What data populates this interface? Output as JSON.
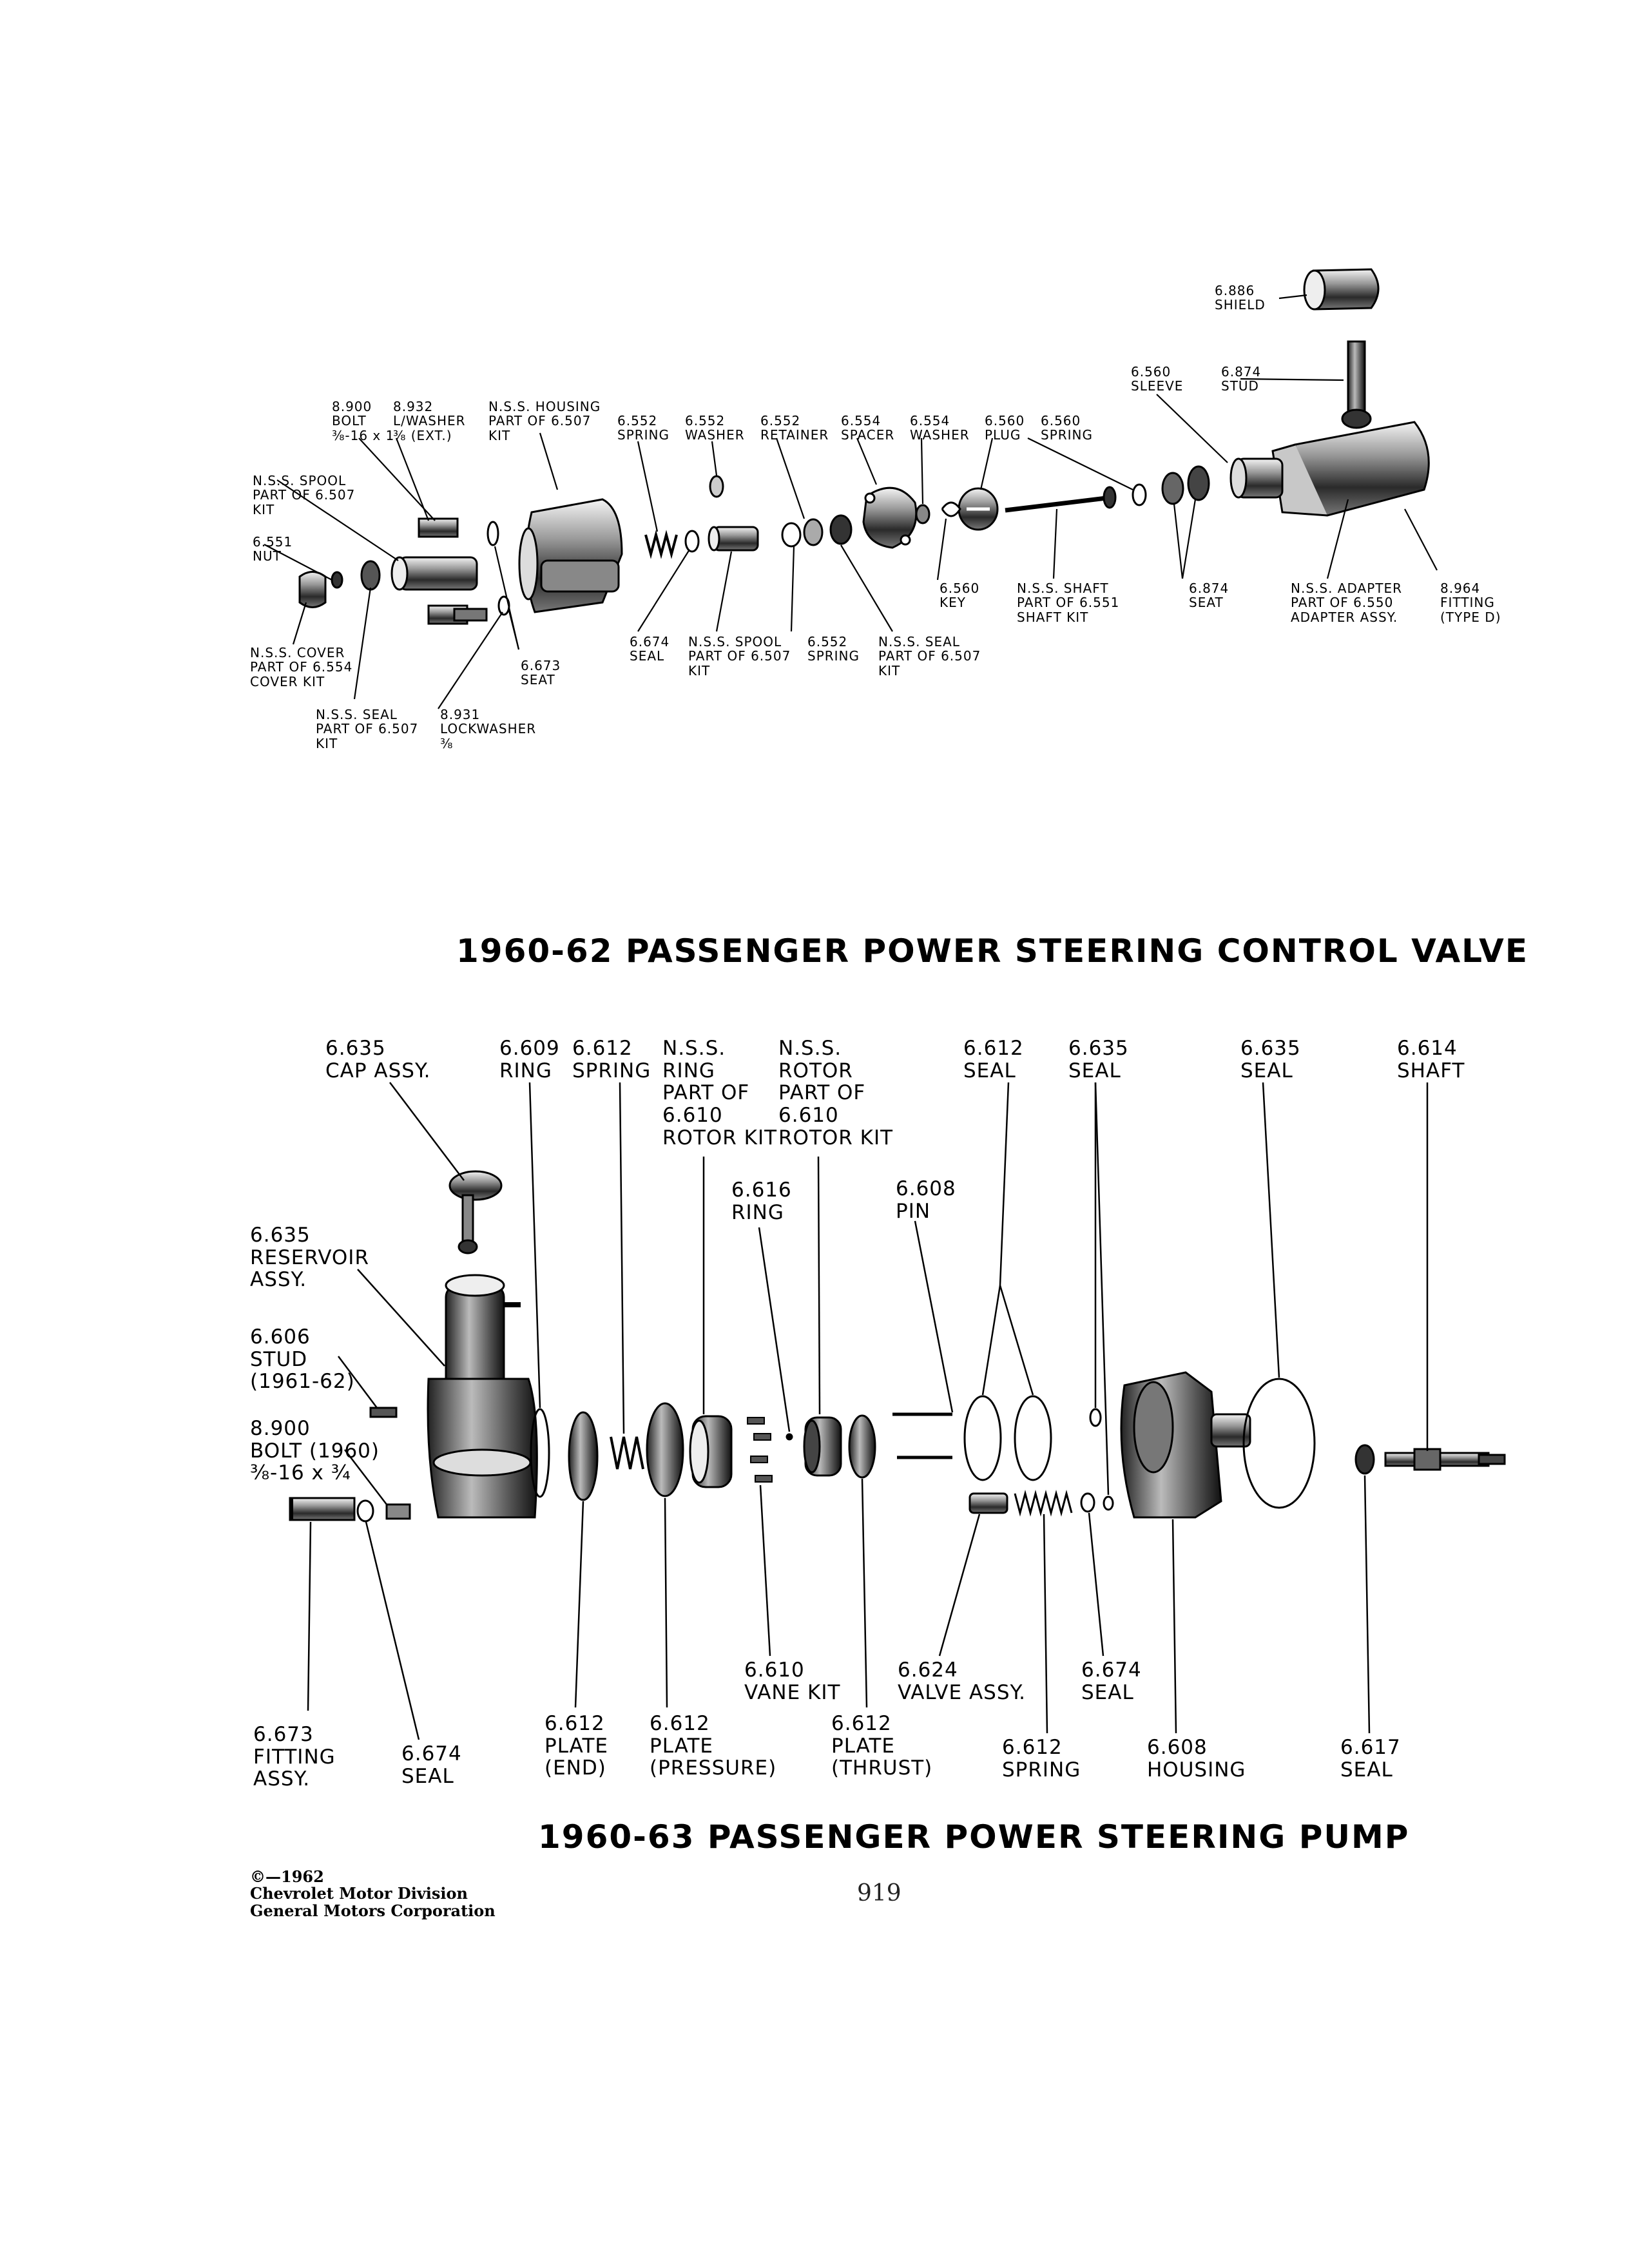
{
  "valve": {
    "title": "1960-62 PASSENGER POWER STEERING CONTROL VALVE",
    "labels": {
      "shield": "6.886\nSHIELD",
      "sleeve": "6.560\nSLEEVE",
      "stud": "6.874\nSTUD",
      "bolt": "8.900\nBOLT\n⅜-16 x 1",
      "lwasher": "8.932\nL/WASHER\n⅜ (EXT.)",
      "housing": "N.S.S. HOUSING\nPART OF 6.507\nKIT",
      "spring1": "6.552\nSPRING",
      "washer1": "6.552\nWASHER",
      "retainer": "6.552\nRETAINER",
      "spacer": "6.554\nSPACER",
      "washer2": "6.554\nWASHER",
      "plug": "6.560\nPLUG",
      "spring2": "6.560\nSPRING",
      "spool": "N.S.S. SPOOL\nPART OF 6.507\nKIT",
      "nut": "6.551\nNUT",
      "cover": "N.S.S. COVER\nPART OF 6.554\nCOVER KIT",
      "seal_kit": "N.S.S. SEAL\nPART OF 6.507\nKIT",
      "lockwasher": "8.931\nLOCKWASHER\n⅜",
      "seat673": "6.673\nSEAT",
      "seal674": "6.674\nSEAL",
      "spool2": "N.S.S. SPOOL\nPART OF 6.507\nKIT",
      "spring3": "6.552\nSPRING",
      "seal2": "N.S.S. SEAL\nPART OF 6.507\nKIT",
      "key": "6.560\nKEY",
      "shaft": "N.S.S. SHAFT\nPART OF 6.551\nSHAFT KIT",
      "seat874": "6.874\nSEAT",
      "adapter": "N.S.S. ADAPTER\nPART OF 6.550\nADAPTER ASSY.",
      "fitting": "8.964\nFITTING\n(TYPE D)"
    }
  },
  "pump": {
    "title": "1960-63 PASSENGER POWER STEERING PUMP",
    "labels": {
      "cap": "6.635\nCAP ASSY.",
      "ring609": "6.609\nRING",
      "spring612": "6.612\nSPRING",
      "nss_ring": "N.S.S.\nRING\nPART OF\n6.610\nROTOR KIT",
      "nss_rotor": "N.S.S.\nROTOR\nPART OF\n6.610\nROTOR KIT",
      "seal612": "6.612\nSEAL",
      "seal635a": "6.635\nSEAL",
      "seal635b": "6.635\nSEAL",
      "shaft614": "6.614\nSHAFT",
      "ring616": "6.616\nRING",
      "pin608": "6.608\nPIN",
      "reservoir": "6.635\nRESERVOIR\nASSY.",
      "stud606": "6.606\nSTUD\n(1961-62)",
      "bolt900": "8.900\nBOLT (1960)\n⅜-16 x ¾",
      "vane": "6.610\nVANE KIT",
      "valve624": "6.624\nVALVE ASSY.",
      "seal674t": "6.674\nSEAL",
      "fitting673": "6.673\nFITTING\nASSY.",
      "seal674b": "6.674\nSEAL",
      "plate_end": "6.612\nPLATE\n(END)",
      "plate_pressure": "6.612\nPLATE\n(PRESSURE)",
      "plate_thrust": "6.612\nPLATE\n(THRUST)",
      "spring612b": "6.612\nSPRING",
      "housing608": "6.608\nHOUSING",
      "seal617": "6.617\nSEAL"
    }
  },
  "footer": {
    "copyright": "©—1962\nChevrolet Motor Division\nGeneral Motors Corporation",
    "page_number": "919"
  }
}
